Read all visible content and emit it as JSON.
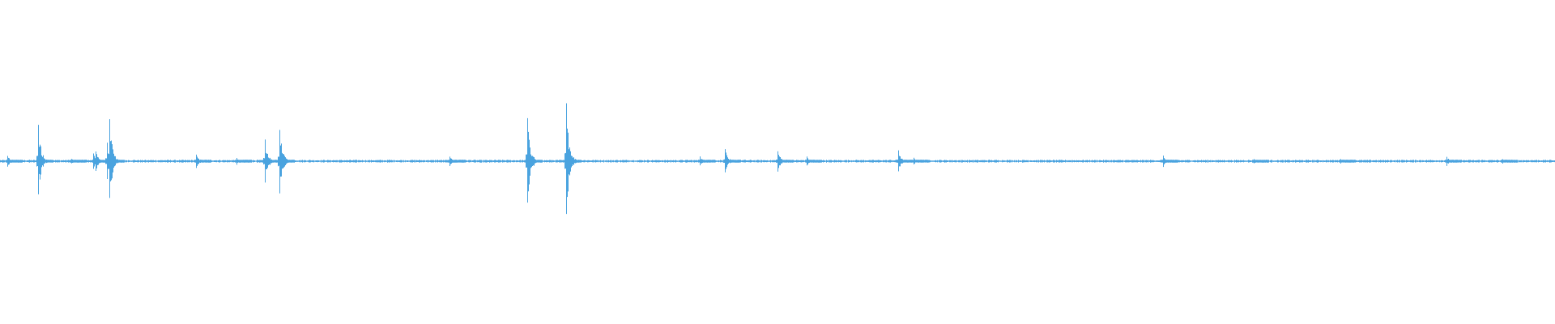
{
  "waveform": {
    "color": "#4aa3df",
    "background": "#ffffff",
    "amplitude_range": [
      -1,
      1
    ],
    "duration_fraction_range": [
      0,
      1
    ],
    "baseline_noise_amplitude": 0.012,
    "transients": [
      {
        "t": 0.0045,
        "amp": 0.05
      },
      {
        "t": 0.0245,
        "amp": 0.3
      },
      {
        "t": 0.046,
        "amp": 0.02
      },
      {
        "t": 0.06,
        "amp": 0.07
      },
      {
        "t": 0.0615,
        "amp": 0.09
      },
      {
        "t": 0.0685,
        "amp": 0.16
      },
      {
        "t": 0.0705,
        "amp": 0.35
      },
      {
        "t": 0.126,
        "amp": 0.06
      },
      {
        "t": 0.152,
        "amp": 0.03
      },
      {
        "t": 0.1705,
        "amp": 0.18
      },
      {
        "t": 0.1795,
        "amp": 0.28
      },
      {
        "t": 0.289,
        "amp": 0.04
      },
      {
        "t": 0.339,
        "amp": 0.38
      },
      {
        "t": 0.364,
        "amp": 0.48
      },
      {
        "t": 0.45,
        "amp": 0.04
      },
      {
        "t": 0.466,
        "amp": 0.1
      },
      {
        "t": 0.5,
        "amp": 0.09
      },
      {
        "t": 0.519,
        "amp": 0.04
      },
      {
        "t": 0.5775,
        "amp": 0.09
      },
      {
        "t": 0.5875,
        "amp": 0.03
      },
      {
        "t": 0.748,
        "amp": 0.05
      },
      {
        "t": 0.806,
        "amp": 0.02
      },
      {
        "t": 0.862,
        "amp": 0.02
      },
      {
        "t": 0.93,
        "amp": 0.04
      },
      {
        "t": 0.966,
        "amp": 0.02
      }
    ]
  }
}
